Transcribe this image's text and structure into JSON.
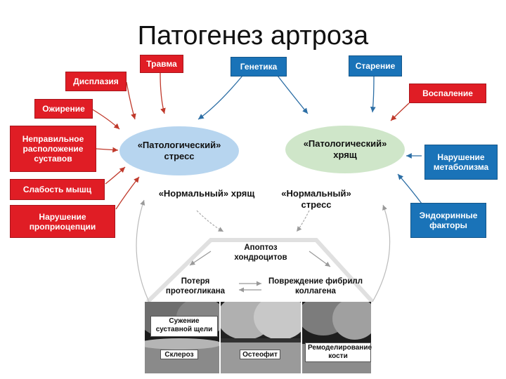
{
  "title": "Патогенез артроза",
  "causes_left": [
    "Травма",
    "Дисплазия",
    "Ожирение",
    "Неправильное расположение суставов",
    "Слабость мышц",
    "Нарушение проприоцепции"
  ],
  "top_center": "Генетика",
  "top_right": "Старение",
  "causes_right": [
    "Воспаление",
    "Нарушение метаболизма",
    "Эндокринные факторы"
  ],
  "stress_ellipse": "«Патологический» стресс",
  "cartilage_ellipse": "«Патологический» хрящ",
  "normal_cartilage": "«Нормальный» хрящ",
  "normal_stress": "«Нормальный» стресс",
  "apoptosis": "Апоптоз хондроцитов",
  "proteoglycan_loss": "Потеря протеогликана",
  "collagen_damage": "Повреждение фибрилл коллагена",
  "photo_labels": {
    "narrowing": "Сужение суставной щели",
    "sclerosis": "Склероз",
    "osteophyte": "Остеофит",
    "remodeling": "Ремоделирование кости"
  },
  "colors": {
    "red_box": "#e01d25",
    "blue_box": "#1a73b8",
    "stress_ellipse": "#b7d5ef",
    "cartilage_ellipse": "#cfe6c9"
  }
}
